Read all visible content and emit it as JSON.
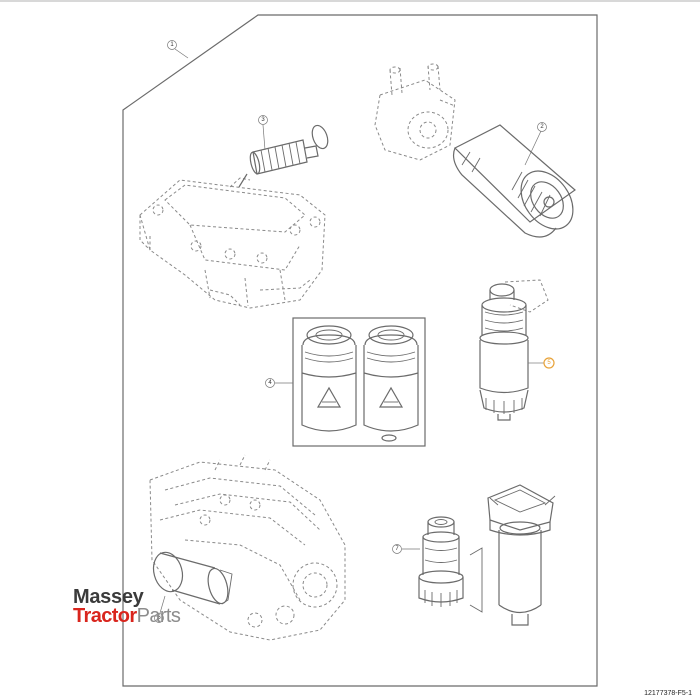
{
  "callouts": [
    {
      "label": "1"
    },
    {
      "label": "2"
    },
    {
      "label": "3"
    },
    {
      "label": "4"
    },
    {
      "label": "5"
    },
    {
      "label": "6"
    },
    {
      "label": "7"
    }
  ],
  "figure_id": "12177378-F5-1",
  "watermark": {
    "line1": "Massey",
    "line2_a": "Tractor",
    "line2_b": "Parts"
  },
  "colors": {
    "highlight_callout": "#e8a33a",
    "watermark_red": "#d9251d"
  }
}
